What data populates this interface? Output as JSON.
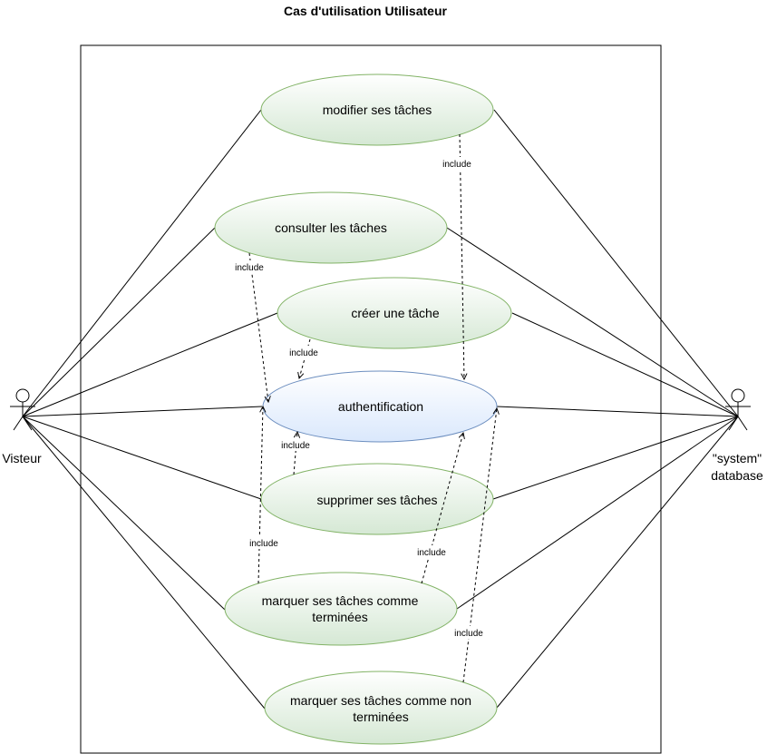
{
  "title": "Cas d'utilisation Utilisateur",
  "actors": {
    "left": {
      "label": "Visteur"
    },
    "right": {
      "label_lines": [
        "\"system\"",
        "database"
      ]
    }
  },
  "use_cases": [
    {
      "id": "modifier",
      "lines": [
        "modifier ses tâches"
      ],
      "color": "green"
    },
    {
      "id": "consulter",
      "lines": [
        "consulter les tâches"
      ],
      "color": "green"
    },
    {
      "id": "creer",
      "lines": [
        "créer une tâche"
      ],
      "color": "green"
    },
    {
      "id": "auth",
      "lines": [
        "authentification"
      ],
      "color": "blue"
    },
    {
      "id": "supprimer",
      "lines": [
        "supprimer ses tâches"
      ],
      "color": "green"
    },
    {
      "id": "marquer",
      "lines": [
        "marquer ses tâches comme",
        "terminées"
      ],
      "color": "green"
    },
    {
      "id": "marquer_non",
      "lines": [
        "marquer ses tâches comme non",
        "terminées"
      ],
      "color": "green"
    }
  ],
  "includes": [
    {
      "from": "modifier",
      "to": "auth",
      "label": "include"
    },
    {
      "from": "consulter",
      "to": "auth",
      "label": "include"
    },
    {
      "from": "creer",
      "to": "auth",
      "label": "include"
    },
    {
      "from": "supprimer",
      "to": "auth",
      "label": "include"
    },
    {
      "from": "marquer",
      "to": "auth",
      "label": "include"
    },
    {
      "from": "marquer_non",
      "to": "auth",
      "label": "include"
    }
  ],
  "colors": {
    "green_fill_top": "#ffffff",
    "green_fill_bottom": "#d5e8d4",
    "green_stroke": "#82b366",
    "blue_fill_top": "#ffffff",
    "blue_fill_bottom": "#dae8fc",
    "blue_stroke": "#6c8ebf"
  }
}
